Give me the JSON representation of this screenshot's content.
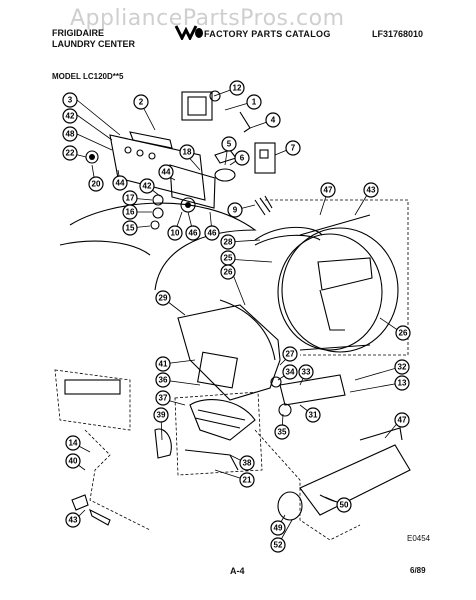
{
  "watermark": "AppliancePartsPros.com",
  "header": {
    "brand_line1": "FRIGIDAIRE",
    "brand_line2": "LAUNDRY CENTER",
    "catalog": "FACTORY PARTS CATALOG",
    "code": "LF31768010"
  },
  "model": "MODEL LC120D**5",
  "diagram_code": "E0454",
  "footer": {
    "page": "A-4",
    "date": "6/89"
  },
  "callouts": [
    "3",
    "2",
    "12",
    "1",
    "42",
    "4",
    "48",
    "18",
    "5",
    "6",
    "7",
    "22",
    "20",
    "44",
    "44",
    "42",
    "17",
    "16",
    "15",
    "10",
    "46",
    "46",
    "9",
    "47",
    "43",
    "28",
    "25",
    "29",
    "26",
    "26",
    "41",
    "36",
    "37",
    "39",
    "27",
    "34",
    "33",
    "32",
    "13",
    "38",
    "21",
    "31",
    "35",
    "47",
    "14",
    "40",
    "43",
    "49",
    "52",
    "50"
  ]
}
